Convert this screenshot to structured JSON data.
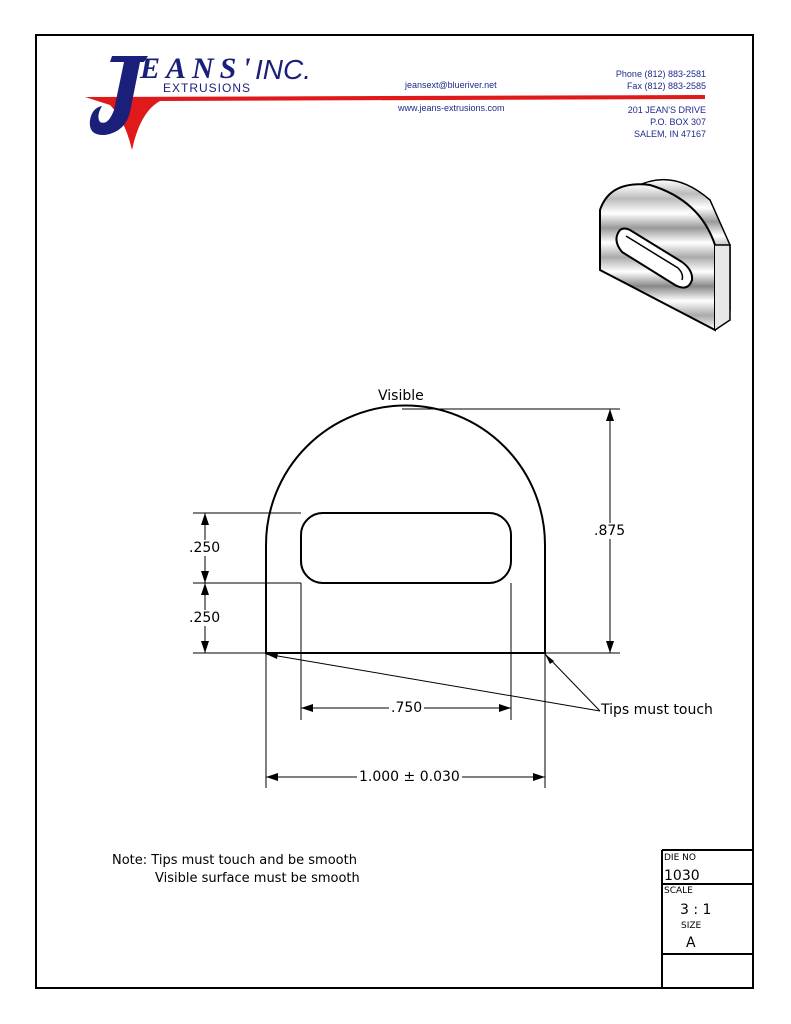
{
  "header": {
    "brand_name": "EANS'",
    "brand_inc": "INC.",
    "brand_sub": "EXTRUSIONS",
    "email": "jeansext@blueriver.net",
    "website": "www.jeans-extrusions.com",
    "phone": "Phone (812) 883-2581",
    "fax": "Fax (812) 883-2585",
    "address_line1": "201 JEAN'S DRIVE",
    "address_line2": "P.O. BOX 307",
    "address_line3": "SALEM, IN 47167",
    "colors": {
      "brand_blue": "#1a1f7a",
      "brand_red": "#e0191b"
    }
  },
  "drawing": {
    "visible_label": "Visible",
    "height_dim": ".875",
    "slot_height_dim": ".250",
    "slot_offset_dim": ".250",
    "slot_width_dim": ".750",
    "width_dim": "1.000 ± 0.030",
    "tips_label": "Tips must touch"
  },
  "note": {
    "line1": "Note: Tips must touch and be smooth",
    "line2": "Visible surface must be smooth"
  },
  "title_block": {
    "die_no_label": "DIE NO",
    "die_no": "1030",
    "scale_label": "SCALE",
    "scale": "3 : 1",
    "size_label": "SIZE",
    "size": "A"
  }
}
